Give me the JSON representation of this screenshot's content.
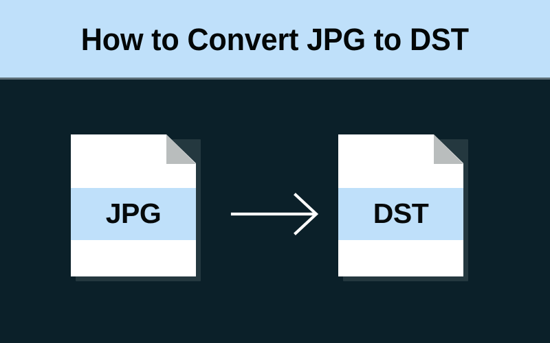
{
  "header": {
    "title": "How to Convert JPG to DST",
    "background_color": "#BFE0FA",
    "text_color": "#030707",
    "divider_color": "#6D7F86"
  },
  "stage": {
    "background_color": "#0B2029"
  },
  "diagram": {
    "type": "conversion-flow",
    "source": {
      "label": "JPG",
      "icon": "file-document-icon",
      "body_color": "#FFFFFF",
      "band_color": "#BFE0FA",
      "fold_color": "#B9BDBD",
      "shadow_color": "#24383F",
      "label_color": "#060A0B"
    },
    "arrow": {
      "icon": "arrow-right-icon",
      "direction": "right",
      "color": "#FFFFFF"
    },
    "target": {
      "label": "DST",
      "icon": "file-document-icon",
      "body_color": "#FFFFFF",
      "band_color": "#BFE0FA",
      "fold_color": "#B9BDBD",
      "shadow_color": "#24383F",
      "label_color": "#060A0B"
    }
  }
}
